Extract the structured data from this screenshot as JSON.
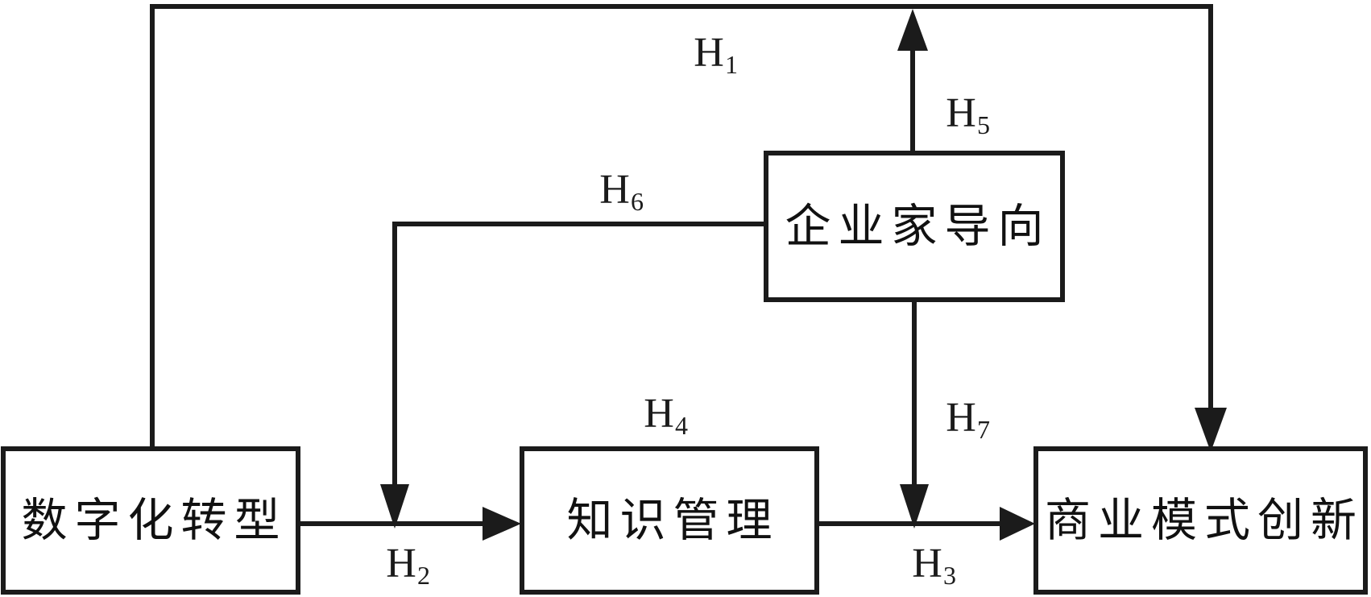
{
  "figure": {
    "type": "hypothesis-model-diagram",
    "background_color": "#ffffff",
    "line_color": "#1b1b1b",
    "text_color": "#111111"
  },
  "nodes": {
    "digital_transformation": {
      "label": "数字化转型"
    },
    "knowledge_management": {
      "label": "知识管理"
    },
    "business_model_innovation": {
      "label": "商业模式创新"
    },
    "entrepreneurial_orientation": {
      "label": "企业家导向"
    }
  },
  "hypotheses": {
    "h1": {
      "main": "H",
      "sub": "1",
      "from": "数字化转型",
      "to": "商业模式创新"
    },
    "h2": {
      "main": "H",
      "sub": "2",
      "from": "数字化转型",
      "to": "知识管理"
    },
    "h3": {
      "main": "H",
      "sub": "3",
      "from": "知识管理",
      "to": "商业模式创新"
    },
    "h4": {
      "main": "H",
      "sub": "4",
      "from": "知识管理",
      "to": "知识管理"
    },
    "h5": {
      "main": "H",
      "sub": "5",
      "from": "企业家导向",
      "to": "数字化转型→商业模式创新"
    },
    "h6": {
      "main": "H",
      "sub": "6",
      "from": "企业家导向",
      "to": "数字化转型→知识管理"
    },
    "h7": {
      "main": "H",
      "sub": "7",
      "from": "企业家导向",
      "to": "知识管理→商业模式创新"
    }
  }
}
